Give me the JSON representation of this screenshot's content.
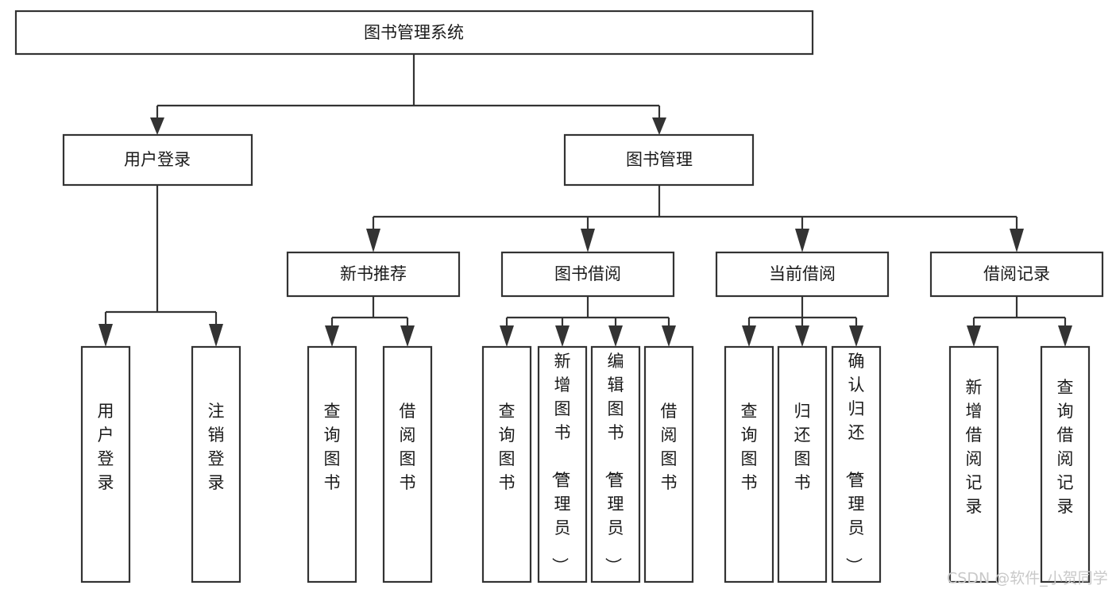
{
  "diagram": {
    "type": "tree-hierarchy-chart",
    "title": "图书管理系统",
    "orientation": "top-down",
    "levels": 4,
    "colors": {
      "box_fill": "#ffffff",
      "box_stroke": "#333333",
      "text": "#1a1a1a",
      "background": "#ffffff",
      "watermark": "#c9c9c9"
    },
    "root": {
      "label": "图书管理系统",
      "text_orientation": "horizontal"
    },
    "level2": [
      {
        "label": "用户登录",
        "text_orientation": "horizontal"
      },
      {
        "label": "图书管理",
        "text_orientation": "horizontal"
      }
    ],
    "level3": [
      {
        "label": "新书推荐",
        "text_orientation": "horizontal"
      },
      {
        "label": "图书借阅",
        "text_orientation": "horizontal"
      },
      {
        "label": "当前借阅",
        "text_orientation": "horizontal"
      },
      {
        "label": "借阅记录",
        "text_orientation": "horizontal"
      }
    ],
    "leaves": {
      "user_login": [
        {
          "label": "用户登录",
          "text_orientation": "vertical"
        },
        {
          "label": "注销登录",
          "text_orientation": "vertical"
        }
      ],
      "new_book_recommend": [
        {
          "label": "查询图书",
          "text_orientation": "vertical"
        },
        {
          "label": "借阅图书",
          "text_orientation": "vertical"
        }
      ],
      "book_borrow": [
        {
          "label": "查询图书",
          "text_orientation": "vertical"
        },
        {
          "label": "新增图书（管理员）",
          "text_orientation": "vertical"
        },
        {
          "label": "编辑图书（管理员）",
          "text_orientation": "vertical"
        },
        {
          "label": "借阅图书",
          "text_orientation": "vertical"
        }
      ],
      "current_borrow": [
        {
          "label": "查询图书",
          "text_orientation": "vertical"
        },
        {
          "label": "归还图书",
          "text_orientation": "vertical"
        },
        {
          "label": "确认归还（管理员）",
          "text_orientation": "vertical"
        }
      ],
      "borrow_record": [
        {
          "label": "新增借阅记录",
          "text_orientation": "vertical"
        },
        {
          "label": "查询借阅记录",
          "text_orientation": "vertical"
        }
      ]
    }
  },
  "watermark": {
    "text": "CSDN @软件_小贺同学"
  }
}
